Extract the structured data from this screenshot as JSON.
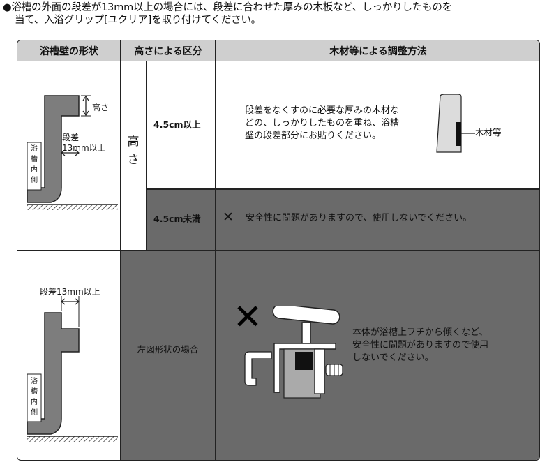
{
  "intro": {
    "line1": "●浴槽の外面の段差が13mm以上の場合には、段差に合わせた厚みの木板など、しっかりしたものを",
    "line2": "当て、入浴グリップ[ユクリア]を取り付けてください。"
  },
  "headers": {
    "col1": "浴槽壁の形状",
    "col2": "高さによる区分",
    "col3": "木材等による調整方法"
  },
  "row1": {
    "diagram": {
      "height_label": "高さ",
      "step_label_1": "段差",
      "step_label_2": "13mm以上",
      "inner_label_chars": [
        "浴",
        "槽",
        "内",
        "側"
      ]
    },
    "height_vertical": [
      "高",
      "さ"
    ],
    "sub1": {
      "range": "4.5cm以上",
      "method_line1": "段差をなくすのに必要な厚みの木材な",
      "method_line2": "どの、しっかりしたものを重ね、浴槽",
      "method_line3": "壁の段差部分にお貼りください。",
      "wood_label": "木材等"
    },
    "sub2": {
      "range": "4.5cm未満",
      "mark": "✕",
      "method": "安全性に問題がありますので、使用しないでください。"
    }
  },
  "row2": {
    "diagram": {
      "step_label": "段差13mm以上",
      "inner_label_chars": [
        "浴",
        "槽",
        "内",
        "側"
      ]
    },
    "middle": "左図形状の場合",
    "mark": "✕",
    "method_line1": "本体が浴槽上フチから傾くなど、",
    "method_line2": "安全性に問題がありますので使用",
    "method_line3": "しないでください。"
  }
}
